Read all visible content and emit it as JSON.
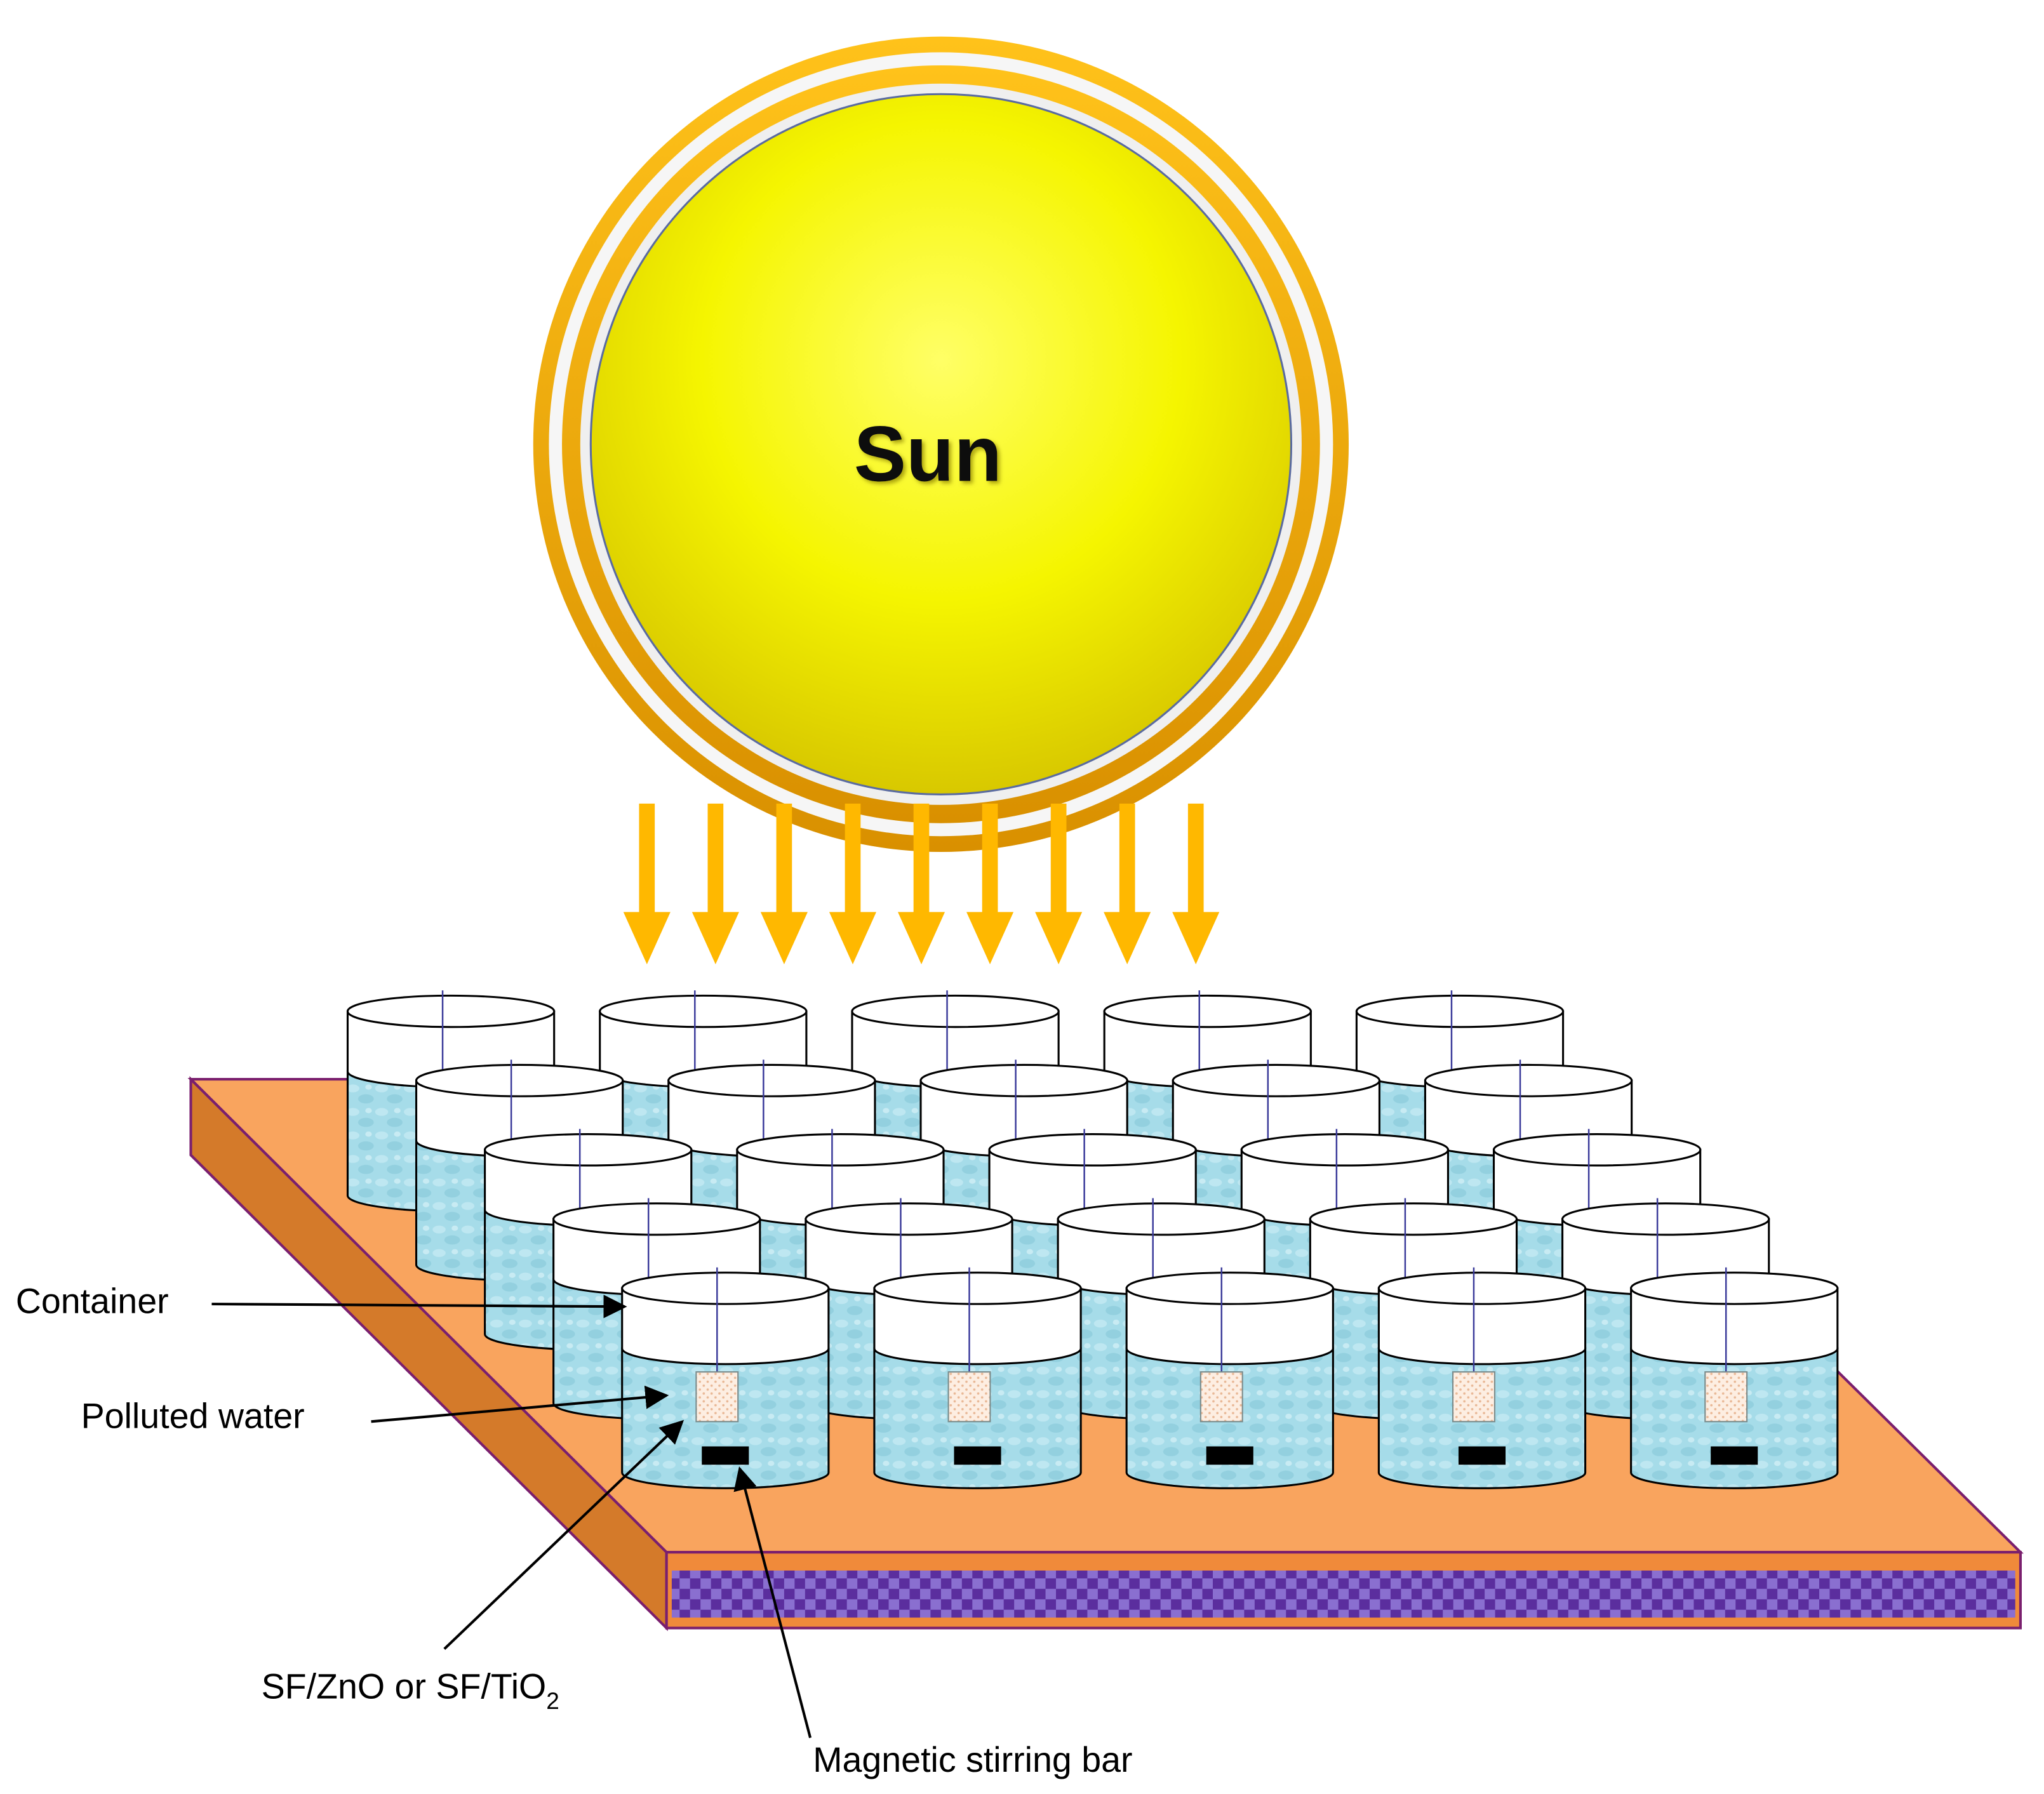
{
  "sun": {
    "label": "Sun",
    "ring_color": "#F0A800",
    "body_color": "#F7F700",
    "ray_count": 9,
    "ray_color": "#FFB800"
  },
  "container_grid": {
    "rows": 5,
    "columns": 5,
    "water_color": "#9ED8E6",
    "photocatalyst_color": "#FCEBDD",
    "stir_bar_color": "#000000",
    "lid_color": "#FFFFFF"
  },
  "platform": {
    "top_color": "#F9A45E",
    "side_color": "#D47A2A",
    "edge_color": "#7A1F6E",
    "strip_color": "#5B2E9E",
    "strip_accent": "#8A6FD0"
  },
  "labels": {
    "container": "Container",
    "polluted_water": "Polluted water",
    "catalyst_pre": "SF/ZnO or SF/TiO",
    "catalyst_sub": "2",
    "stirring_bar": "Magnetic stirring bar"
  }
}
